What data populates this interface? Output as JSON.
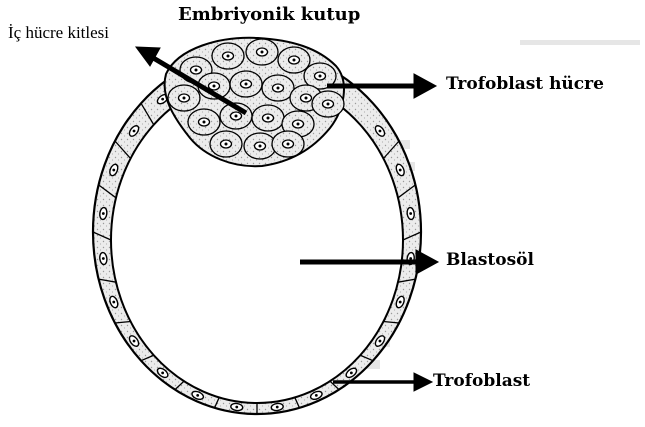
{
  "labels": {
    "embryonic_pole": "Embriyonik kutup",
    "inner_cell_mass": "İç  hücre kitlesi",
    "trophoblast_cell": "Trofoblast  hücre",
    "blastocoel": "Blastosöl",
    "trophoblast": "Trofoblast"
  },
  "colors": {
    "ink": "#000000",
    "cell_shade": "#dcdcdc",
    "background_text_shade": "#e4e4e4"
  }
}
